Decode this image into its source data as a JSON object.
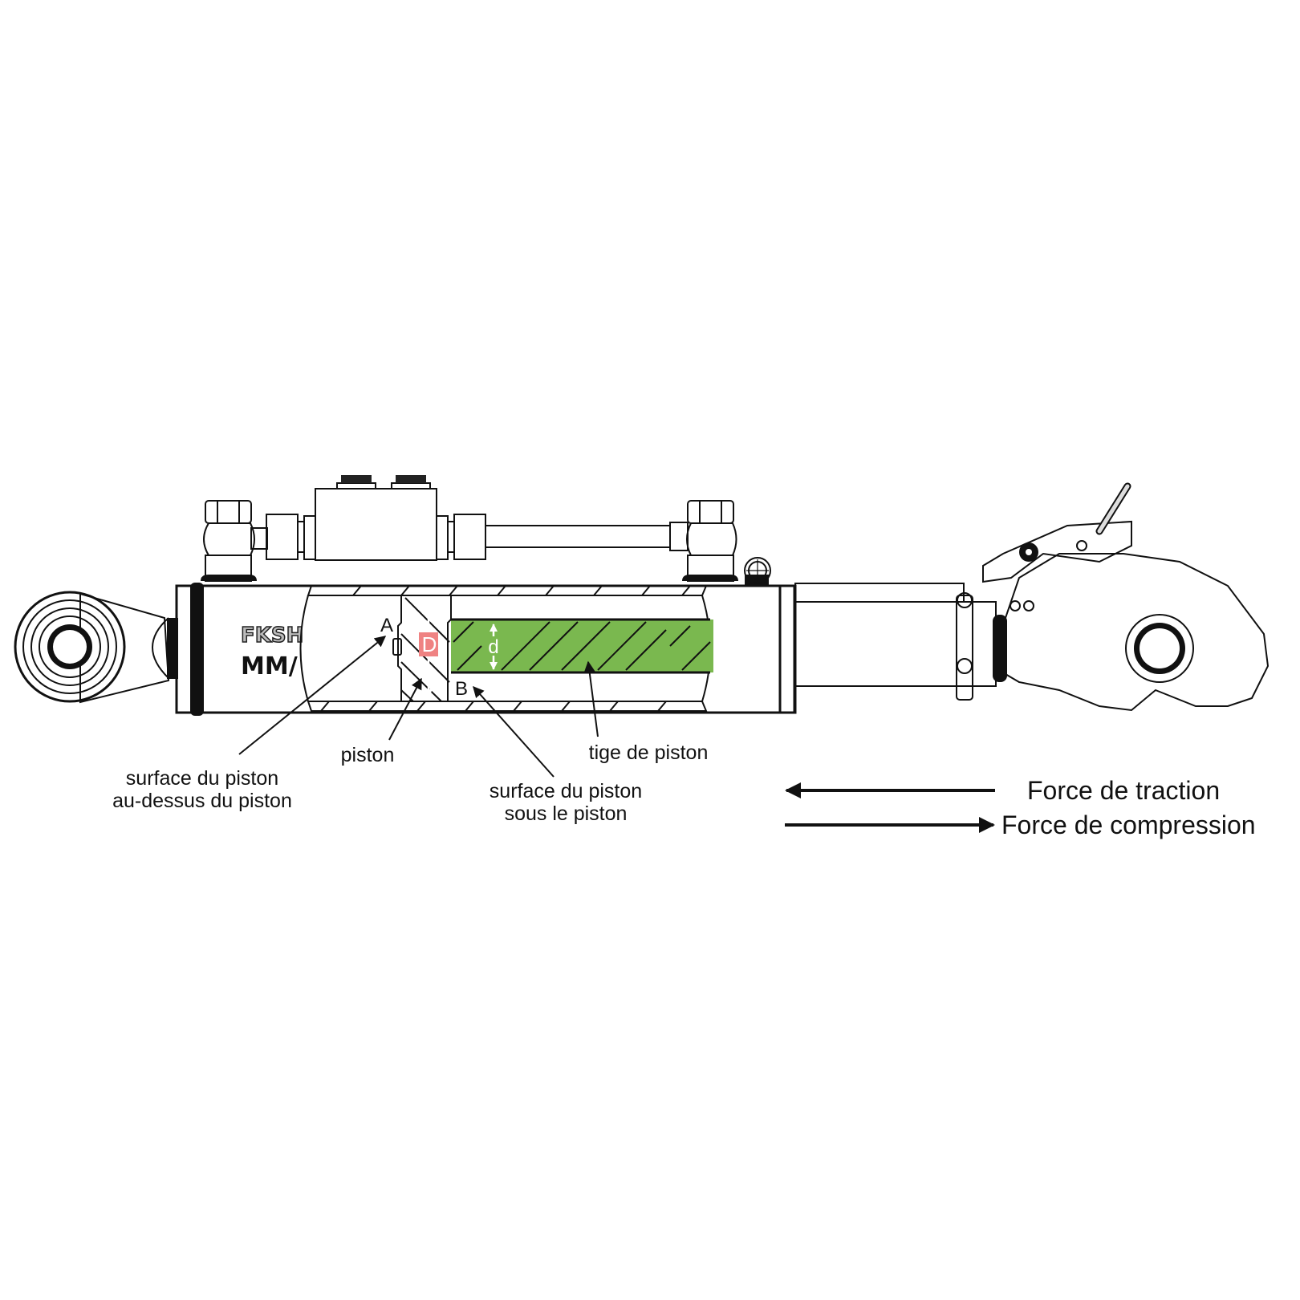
{
  "diagram": {
    "title": "Hydraulic top link cylinder cross-section",
    "colors": {
      "chamber_fluid": "#c2e3f5",
      "piston": "#ef8282",
      "piston_rod": "#7ab84f",
      "metal": "#dcdcdc",
      "outline": "#111111"
    },
    "body_marking": {
      "brand": "FKSH",
      "model": "MM/"
    },
    "dimension_labels": {
      "piston_diameter": "D",
      "rod_diameter": "d"
    },
    "point_labels": {
      "point_a": "A",
      "point_b": "B"
    },
    "callouts": {
      "surface_above": [
        "surface du piston",
        "au-dessus du piston"
      ],
      "piston": "piston",
      "surface_below": [
        "surface du piston",
        "sous le piston"
      ],
      "rod": "tige de piston"
    },
    "legend": {
      "traction": {
        "label": "Force de traction",
        "direction": "left"
      },
      "compression": {
        "label": "Force de compression",
        "direction": "right"
      }
    }
  }
}
